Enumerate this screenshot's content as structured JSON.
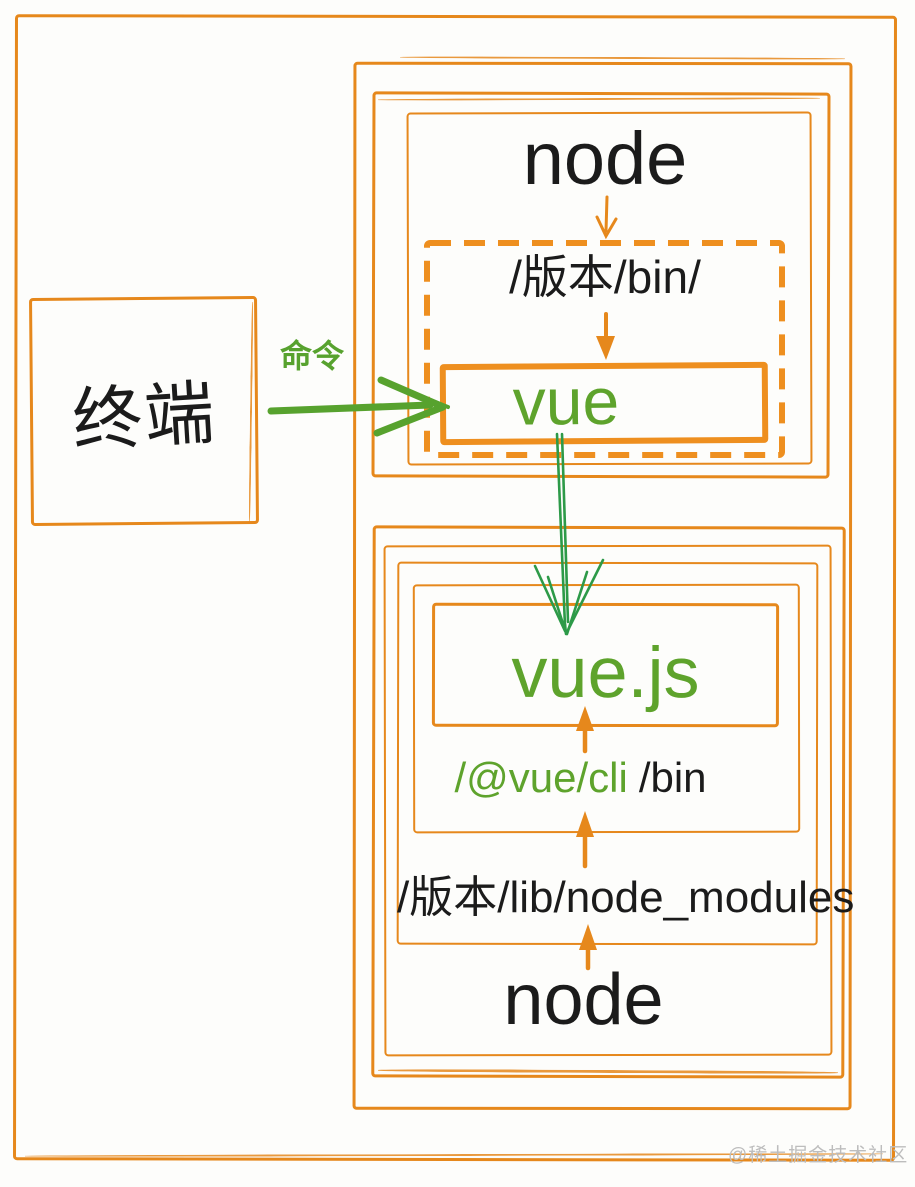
{
  "page": {
    "watermark": "@稀土掘金技术社区"
  },
  "colors": {
    "orange": "#e6881c",
    "orange_bright": "#ee8f1f",
    "green_text": "#5ea32c",
    "green_arrow": "#2d9a48",
    "green_label": "#57a22e",
    "ink": "#1b1b1b",
    "watermark_gray": "#bdbdbd",
    "background": "#fdfdfb"
  },
  "terminal": {
    "label": "终端"
  },
  "command": {
    "label": "命令"
  },
  "global_install": {
    "runtime_label": "node",
    "bin_path": "/版本/bin/",
    "executable_label": "vue"
  },
  "cli_package": {
    "library_label": "vue.js",
    "cli_path": "/@vue/cli",
    "cli_path_suffix": "/bin",
    "modules_path": "/版本/lib/node_modules",
    "runtime_label": "node"
  }
}
